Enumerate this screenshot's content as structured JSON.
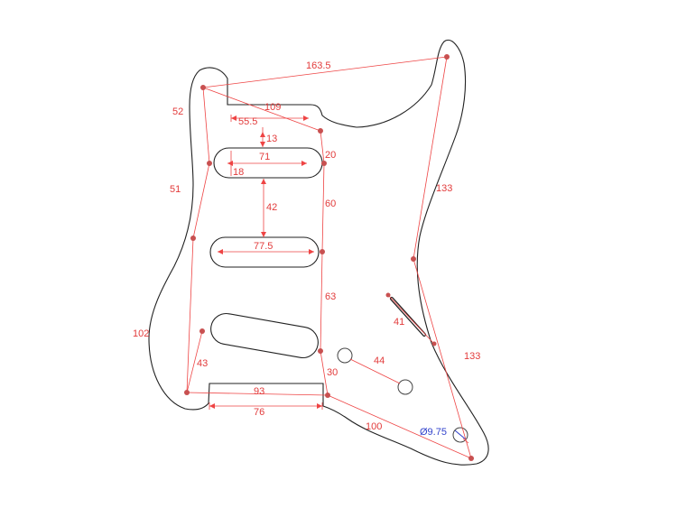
{
  "diagram": {
    "colors": {
      "outline": "#222222",
      "dimension": "#ee4444",
      "dimension_text": "#e23b3b",
      "diameter_text": "#3344cc",
      "background": "#ffffff"
    },
    "dimensions": {
      "top_span": "163.5",
      "upper_left": "52",
      "diag_top": "109",
      "neck_width": "55.5",
      "neck_to_pickup": "13",
      "pickup1_len": "71",
      "pickup_height": "18",
      "right_upper": "20",
      "left_mid": "51",
      "pickup_gap": "42",
      "right_mid": "60",
      "pickup2_len": "77.5",
      "right_lower": "63",
      "switch_slot": "41",
      "left_lower": "102",
      "bottom_left": "43",
      "pot_spacing": "44",
      "bottom_right_small": "30",
      "bottom_slot": "93",
      "bottom_base": "76",
      "bottom_diag": "100",
      "jack_diameter": "Ø9.75",
      "right_edge_upper": "133",
      "right_edge_lower": "133"
    }
  }
}
